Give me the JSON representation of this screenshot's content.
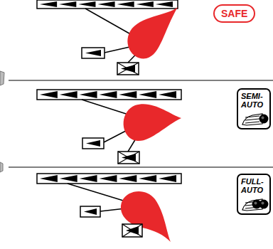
{
  "diagram": {
    "nodes": [
      {
        "text": [
          "SAFE"
        ]
      },
      {
        "text": [
          "SEMI-AUTO"
        ]
      },
      {
        "text": [
          "FULL-AUTO"
        ]
      }
    ]
  }
}
